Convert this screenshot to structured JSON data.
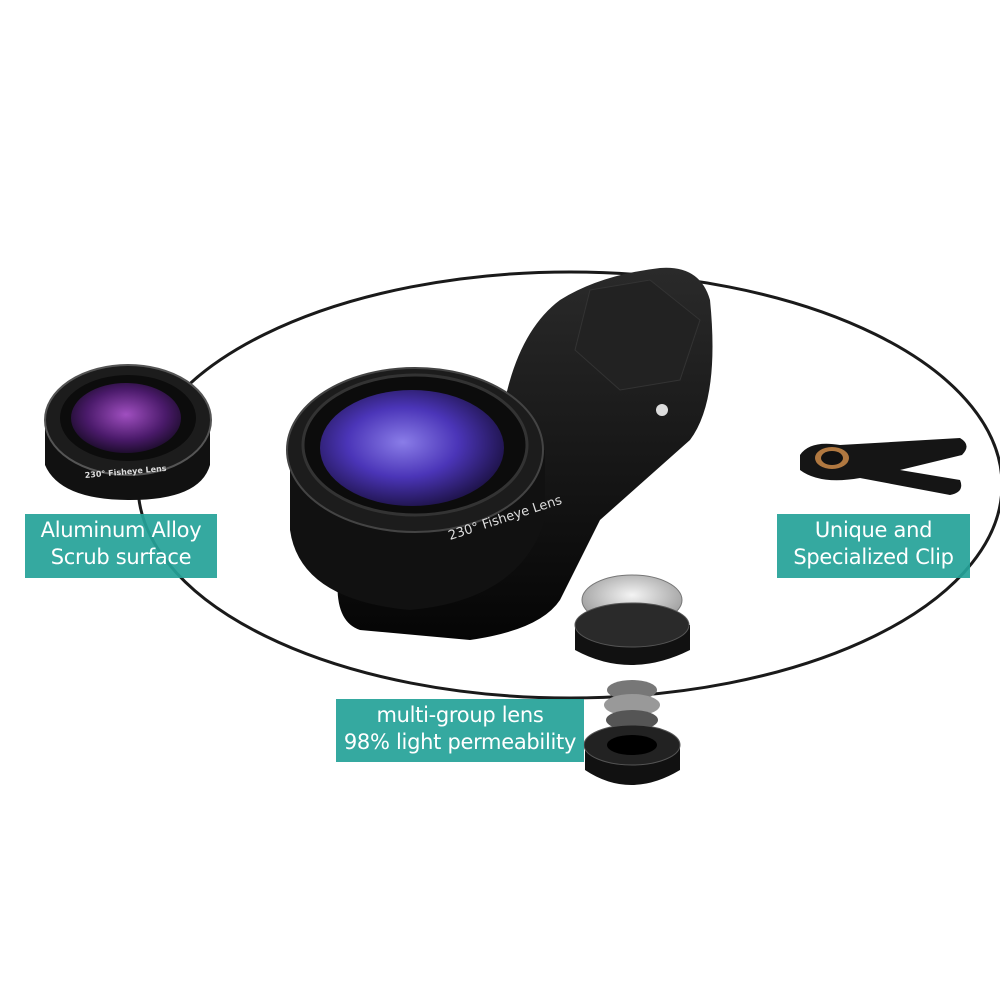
{
  "labels": {
    "aluminum": {
      "line1": "Aluminum Alloy",
      "line2": "Scrub surface"
    },
    "clip": {
      "line1": "Unique and",
      "line2": "Specialized Clip"
    },
    "lens": {
      "line1": "multi-group lens",
      "line2": "98% light permeability"
    }
  },
  "lens_engraving": {
    "small": "230° Fisheye Lens",
    "main": "230° Fisheye Lens"
  },
  "colors": {
    "label_bg": "#26a399",
    "lens_tint": "#5a3fb0",
    "body": "#141414"
  }
}
